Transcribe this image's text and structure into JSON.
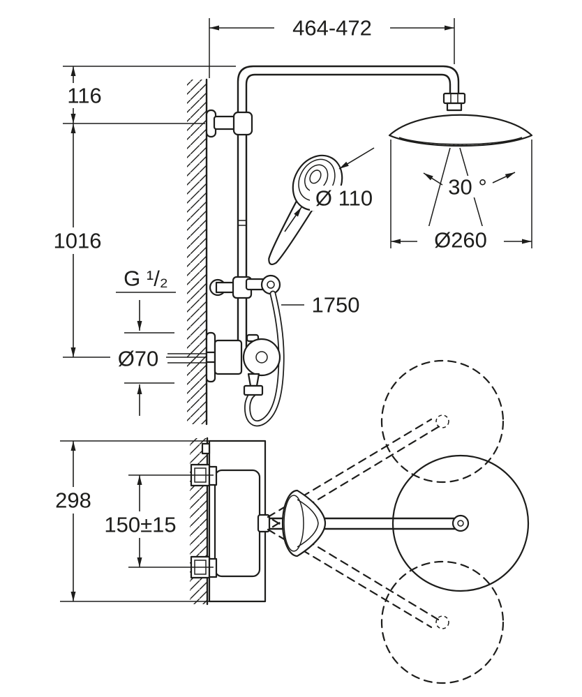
{
  "drawing": {
    "colors": {
      "line": "#1d1d1b",
      "background": "#ffffff"
    },
    "dimensions": {
      "top_width": "464-472",
      "bracket_offset": "116",
      "rail_height": "1016",
      "hand_shower_diameter": "Ø 110",
      "spray_angle": "30 °",
      "head_diameter": "Ø260",
      "thread_size": "G ¹/₂",
      "hose_length": "1750",
      "escutcheon_diameter": "Ø70",
      "projection_depth": "298",
      "supply_spacing": "150±15"
    }
  }
}
